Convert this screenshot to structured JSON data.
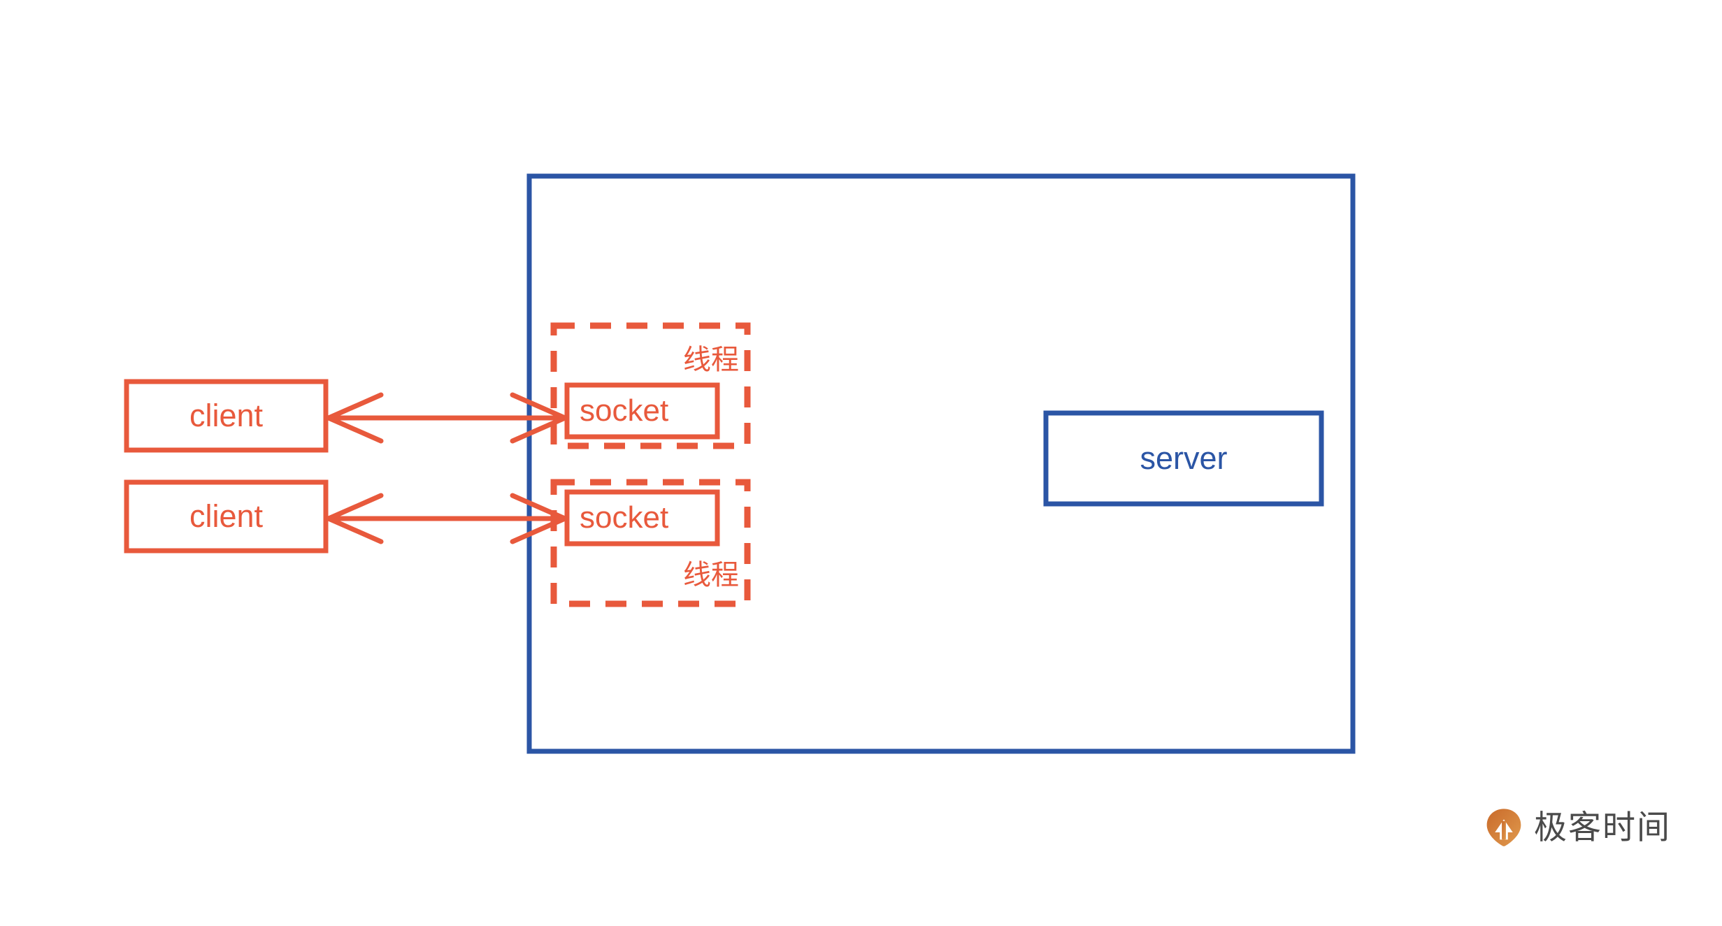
{
  "diagram": {
    "title": "thread-per-connection socket model",
    "colors": {
      "accent_orange": "#E8593C",
      "accent_blue": "#2B55A5",
      "logo_orange": "#D9802F",
      "logo_text": "#4A4A4A",
      "background": "#FFFFFF"
    },
    "clients": [
      {
        "label": "client"
      },
      {
        "label": "client"
      }
    ],
    "threads": [
      {
        "group_label": "线程",
        "label_position": "top-right",
        "socket_label": "socket"
      },
      {
        "group_label": "线程",
        "label_position": "bottom-right",
        "socket_label": "socket"
      }
    ],
    "server": {
      "label": "server"
    },
    "connections": [
      {
        "from": "client",
        "to": "socket",
        "style": "double-headed-arrow"
      },
      {
        "from": "client",
        "to": "socket",
        "style": "double-headed-arrow"
      }
    ]
  },
  "branding": {
    "logo_text": "极客时间",
    "logo_icon": "geektime-pin-icon"
  }
}
